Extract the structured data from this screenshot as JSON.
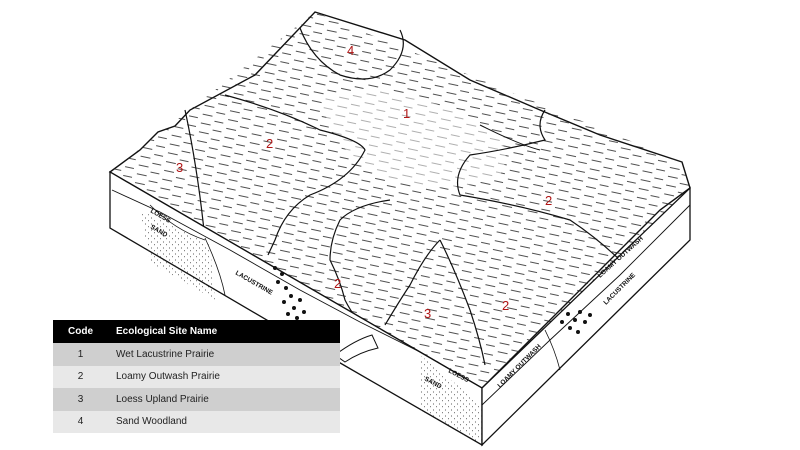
{
  "zones": [
    {
      "id": "zone-1",
      "label": "1"
    },
    {
      "id": "zone-2-a",
      "label": "2"
    },
    {
      "id": "zone-2-b",
      "label": "2"
    },
    {
      "id": "zone-2-c",
      "label": "2"
    },
    {
      "id": "zone-2-d",
      "label": "2"
    },
    {
      "id": "zone-3-a",
      "label": "3"
    },
    {
      "id": "zone-3-b",
      "label": "3"
    },
    {
      "id": "zone-4",
      "label": "4"
    }
  ],
  "layer_labels": {
    "loess_left": "LOESS",
    "sand_left": "SAND",
    "lacustrine_left": "LACUSTRINE",
    "loess_front": "LOESS",
    "sand_front": "SAND",
    "loamy_outwash_front": "LOAMY OUTWASH",
    "loamy_outwash_side": "LOAMY OUTWASH",
    "lacustrine_right": "LACUSTRINE"
  },
  "legend": {
    "headers": {
      "code": "Code",
      "name": "Ecological Site Name"
    },
    "rows": [
      {
        "code": "1",
        "name": "Wet Lacustrine Prairie"
      },
      {
        "code": "2",
        "name": "Loamy Outwash Prairie"
      },
      {
        "code": "3",
        "name": "Loess Upland Prairie"
      },
      {
        "code": "4",
        "name": "Sand Woodland"
      }
    ],
    "colors": {
      "header_bg": "#000000",
      "row_odd": "#cfcfcf",
      "row_even": "#e8e8e8"
    }
  },
  "colors": {
    "zone_number": "#b01515",
    "line": "#111111"
  }
}
